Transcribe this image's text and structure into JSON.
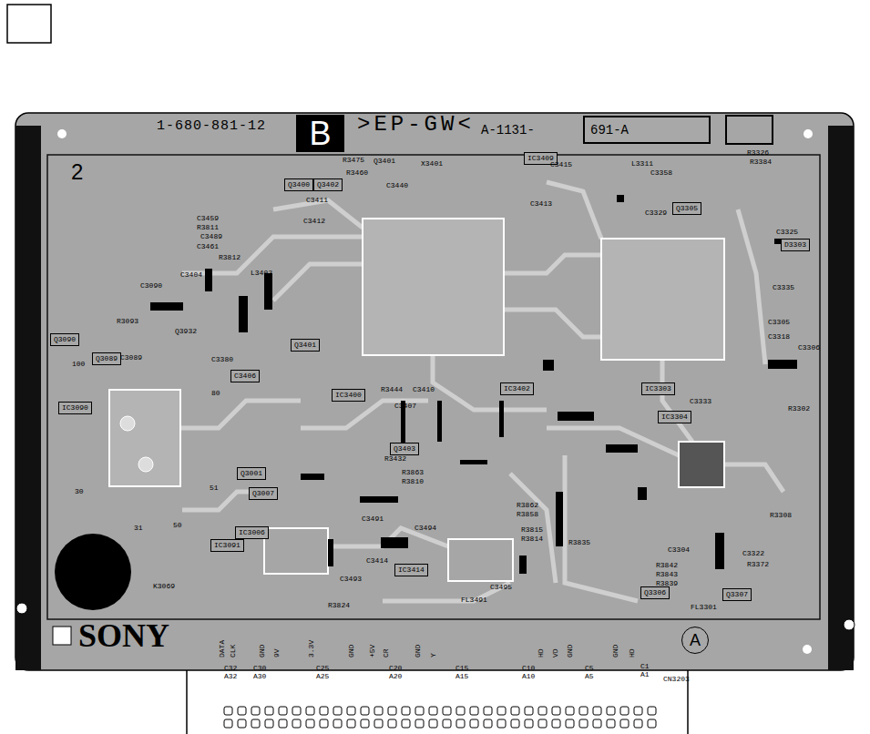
{
  "diagram": {
    "nodes": [
      {
        "text": [
          "B"
        ]
      },
      {
        "text": [
          "691-A"
        ]
      },
      {
        "text": [
          "A"
        ]
      },
      {
        "text": [
          "Q3400"
        ]
      },
      {
        "text": [
          "Q3402"
        ]
      },
      {
        "text": [
          "IC3409"
        ]
      },
      {
        "text": [
          "Q3305"
        ]
      },
      {
        "text": [
          "D3303"
        ]
      },
      {
        "text": [
          "Q3401"
        ]
      },
      {
        "text": [
          "Q3090"
        ]
      },
      {
        "text": [
          "Q3089"
        ]
      },
      {
        "text": [
          "C3406"
        ]
      },
      {
        "text": [
          "IC3090"
        ]
      },
      {
        "text": [
          "IC3402"
        ]
      },
      {
        "text": [
          "IC3303"
        ]
      },
      {
        "text": [
          "IC3304"
        ]
      },
      {
        "text": [
          "Q3001"
        ]
      },
      {
        "text": [
          "Q3007"
        ]
      },
      {
        "text": [
          "IC3006"
        ]
      },
      {
        "text": [
          "IC3091"
        ]
      },
      {
        "text": [
          "IC3414"
        ]
      },
      {
        "text": [
          "Q3306"
        ]
      },
      {
        "text": [
          "Q3307"
        ]
      },
      {
        "text": [
          "Q3403"
        ]
      },
      {
        "text": [
          "IC3400"
        ]
      }
    ],
    "labels": [
      "1-680-881-12",
      ">EP-GW<",
      "A-1131-",
      "2",
      "SONY",
      "R3475",
      "Q3401",
      "X3401",
      "C3440",
      "R3460",
      "C3411",
      "C3412",
      "C3459",
      "R3811",
      "C3489",
      "C3461",
      "C3404",
      "R3812",
      "C3380",
      "Q3932",
      "100",
      "C3089",
      "R3093",
      "80",
      "30",
      "31",
      "50",
      "51",
      "K3069",
      "L3311",
      "C3358",
      "C3329",
      "R3326",
      "R3384",
      "C3325",
      "C3335",
      "C3305",
      "C3318",
      "C3306",
      "C3333",
      "R3302",
      "R3308",
      "C3322",
      "R3372",
      "C3304",
      "FL3301",
      "R3862",
      "R3858",
      "R3815",
      "R3814",
      "C3495",
      "FL3491",
      "C3493",
      "C3491",
      "C3494",
      "R3824",
      "R3444",
      "C3410",
      "C3407",
      "R3432",
      "R3863",
      "R3810",
      "C3415",
      "C3413",
      "R3835",
      "R3842",
      "R3843",
      "R3839",
      "C3414",
      "L3402",
      "C3090",
      "DATA",
      "CLK",
      "GND",
      "9V",
      "3.3V",
      "GND",
      "+5V",
      "CR",
      "GND",
      "Y",
      "HD",
      "VD",
      "GND",
      "GND",
      "HD",
      "C32",
      "A32",
      "C30",
      "A30",
      "C25",
      "A25",
      "C20",
      "A20",
      "C15",
      "A15",
      "C10",
      "A10",
      "C5",
      "A5",
      "C1",
      "A1",
      "CN3203"
    ]
  }
}
